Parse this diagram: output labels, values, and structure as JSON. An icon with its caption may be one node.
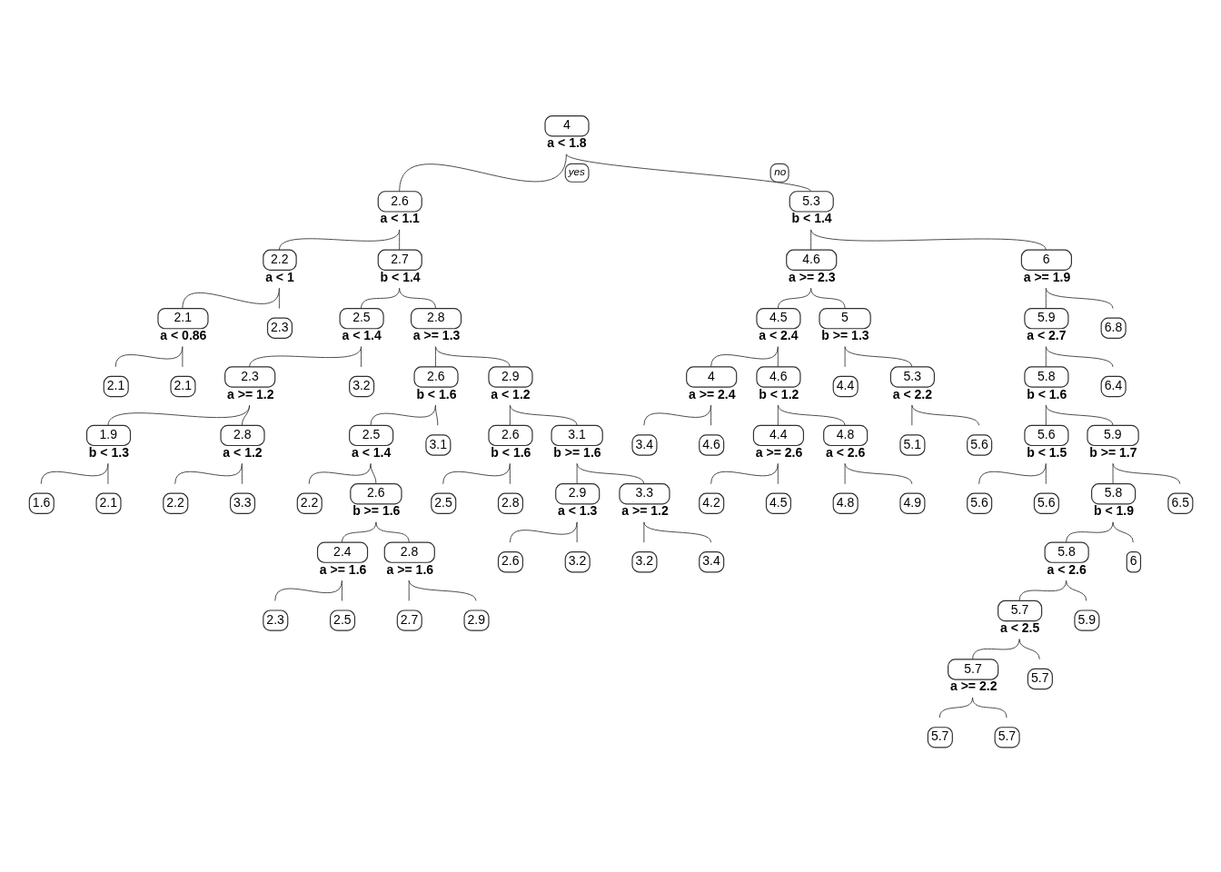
{
  "diagram": {
    "nodes": [
      {
        "text": [
          "4"
        ],
        "beside": [
          "a < 1.8"
        ]
      },
      {
        "text": [
          "2.6"
        ],
        "beside": [
          "a < 1.1"
        ]
      },
      {
        "text": [
          "5.3"
        ],
        "beside": [
          "b < 1.4"
        ]
      },
      {
        "text": [
          "2.2"
        ],
        "beside": [
          "a < 1"
        ]
      },
      {
        "text": [
          "2.7"
        ],
        "beside": [
          "b < 1.4"
        ]
      },
      {
        "text": [
          "4.6"
        ],
        "beside": [
          "a >= 2.3"
        ]
      },
      {
        "text": [
          "6"
        ],
        "beside": [
          "a >= 1.9"
        ]
      },
      {
        "text": [
          "2.1"
        ],
        "beside": [
          "a < 0.86"
        ]
      },
      {
        "text": [
          "2.5"
        ],
        "beside": [
          "a < 1.4"
        ]
      },
      {
        "text": [
          "2.8"
        ],
        "beside": [
          "a >= 1.3"
        ]
      },
      {
        "text": [
          "4.5"
        ],
        "beside": [
          "a < 2.4"
        ]
      },
      {
        "text": [
          "5"
        ],
        "beside": [
          "b >= 1.3"
        ]
      },
      {
        "text": [
          "5.9"
        ],
        "beside": [
          "a < 2.7"
        ]
      },
      {
        "text": [
          "2.3"
        ],
        "beside": [
          "a >= 1.2"
        ]
      },
      {
        "text": [
          "2.6"
        ],
        "beside": [
          "b < 1.6"
        ]
      },
      {
        "text": [
          "2.9"
        ],
        "beside": [
          "a < 1.2"
        ]
      },
      {
        "text": [
          "4"
        ],
        "beside": [
          "a >= 2.4"
        ]
      },
      {
        "text": [
          "4.6"
        ],
        "beside": [
          "b < 1.2"
        ]
      },
      {
        "text": [
          "5.3"
        ],
        "beside": [
          "a < 2.2"
        ]
      },
      {
        "text": [
          "5.8"
        ],
        "beside": [
          "b < 1.6"
        ]
      },
      {
        "text": [
          "1.9"
        ],
        "beside": [
          "b < 1.3"
        ]
      },
      {
        "text": [
          "2.8"
        ],
        "beside": [
          "a < 1.2"
        ]
      },
      {
        "text": [
          "2.5"
        ],
        "beside": [
          "a < 1.4"
        ]
      },
      {
        "text": [
          "2.6"
        ],
        "beside": [
          "b < 1.6"
        ]
      },
      {
        "text": [
          "3.1"
        ],
        "beside": [
          "b >= 1.6"
        ]
      },
      {
        "text": [
          "4.4"
        ],
        "beside": [
          "a >= 2.6"
        ]
      },
      {
        "text": [
          "4.8"
        ],
        "beside": [
          "a < 2.6"
        ]
      },
      {
        "text": [
          "5.6"
        ],
        "beside": [
          "b < 1.5"
        ]
      },
      {
        "text": [
          "5.9"
        ],
        "beside": [
          "b >= 1.7"
        ]
      },
      {
        "text": [
          "2.6"
        ],
        "beside": [
          "b >= 1.6"
        ]
      },
      {
        "text": [
          "2.9"
        ],
        "beside": [
          "a < 1.3"
        ]
      },
      {
        "text": [
          "3.3"
        ],
        "beside": [
          "a >= 1.2"
        ]
      },
      {
        "text": [
          "5.8"
        ],
        "beside": [
          "b < 1.9"
        ]
      },
      {
        "text": [
          "2.4"
        ],
        "beside": [
          "a >= 1.6"
        ]
      },
      {
        "text": [
          "2.8"
        ],
        "beside": [
          "a >= 1.6"
        ]
      },
      {
        "text": [
          "5.8"
        ],
        "beside": [
          "a < 2.6"
        ]
      },
      {
        "text": [
          "5.7"
        ],
        "beside": [
          "a < 2.5"
        ]
      },
      {
        "text": [
          "5.7"
        ],
        "beside": [
          "a >= 2.2"
        ]
      },
      {
        "text": [
          "2.1"
        ]
      },
      {
        "text": [
          "2.1"
        ]
      },
      {
        "text": [
          "2.3"
        ]
      },
      {
        "text": [
          "1.6"
        ]
      },
      {
        "text": [
          "2.1"
        ]
      },
      {
        "text": [
          "2.2"
        ]
      },
      {
        "text": [
          "3.3"
        ]
      },
      {
        "text": [
          "3.2"
        ]
      },
      {
        "text": [
          "2.2"
        ]
      },
      {
        "text": [
          "2.3"
        ]
      },
      {
        "text": [
          "2.5"
        ]
      },
      {
        "text": [
          "2.7"
        ]
      },
      {
        "text": [
          "2.9"
        ]
      },
      {
        "text": [
          "3.1"
        ]
      },
      {
        "text": [
          "2.5"
        ]
      },
      {
        "text": [
          "2.8"
        ]
      },
      {
        "text": [
          "2.6"
        ]
      },
      {
        "text": [
          "3.2"
        ]
      },
      {
        "text": [
          "3.2"
        ]
      },
      {
        "text": [
          "3.4"
        ]
      },
      {
        "text": [
          "3.4"
        ]
      },
      {
        "text": [
          "4.6"
        ]
      },
      {
        "text": [
          "4.2"
        ]
      },
      {
        "text": [
          "4.5"
        ]
      },
      {
        "text": [
          "4.8"
        ]
      },
      {
        "text": [
          "4.9"
        ]
      },
      {
        "text": [
          "4.4"
        ]
      },
      {
        "text": [
          "5.1"
        ]
      },
      {
        "text": [
          "5.6"
        ]
      },
      {
        "text": [
          "5.6"
        ]
      },
      {
        "text": [
          "5.6"
        ]
      },
      {
        "text": [
          "5.7"
        ]
      },
      {
        "text": [
          "5.7"
        ]
      },
      {
        "text": [
          "5.7"
        ]
      },
      {
        "text": [
          "5.9"
        ]
      },
      {
        "text": [
          "6"
        ]
      },
      {
        "text": [
          "6.5"
        ]
      },
      {
        "text": [
          "6.4"
        ]
      },
      {
        "text": [
          "6.8"
        ]
      }
    ],
    "edges": [
      {
        "from": 0,
        "to": 1,
        "arrow": "none",
        "label": "yes"
      },
      {
        "from": 0,
        "to": 2,
        "arrow": "none",
        "label": "no"
      },
      {
        "from": 1,
        "to": 3,
        "arrow": "none"
      },
      {
        "from": 1,
        "to": 4,
        "arrow": "none"
      },
      {
        "from": 2,
        "to": 5,
        "arrow": "none"
      },
      {
        "from": 2,
        "to": 6,
        "arrow": "none"
      },
      {
        "from": 3,
        "to": 7,
        "arrow": "none"
      },
      {
        "from": 3,
        "to": 40,
        "arrow": "none"
      },
      {
        "from": 4,
        "to": 8,
        "arrow": "none"
      },
      {
        "from": 4,
        "to": 9,
        "arrow": "none"
      },
      {
        "from": 5,
        "to": 10,
        "arrow": "none"
      },
      {
        "from": 5,
        "to": 11,
        "arrow": "none"
      },
      {
        "from": 6,
        "to": 12,
        "arrow": "none"
      },
      {
        "from": 6,
        "to": 76,
        "arrow": "none"
      },
      {
        "from": 7,
        "to": 38,
        "arrow": "none"
      },
      {
        "from": 7,
        "to": 39,
        "arrow": "none"
      },
      {
        "from": 8,
        "to": 13,
        "arrow": "none"
      },
      {
        "from": 8,
        "to": 45,
        "arrow": "none"
      },
      {
        "from": 9,
        "to": 14,
        "arrow": "none"
      },
      {
        "from": 9,
        "to": 15,
        "arrow": "none"
      },
      {
        "from": 10,
        "to": 16,
        "arrow": "none"
      },
      {
        "from": 10,
        "to": 17,
        "arrow": "none"
      },
      {
        "from": 11,
        "to": 64,
        "arrow": "none"
      },
      {
        "from": 11,
        "to": 18,
        "arrow": "none"
      },
      {
        "from": 12,
        "to": 19,
        "arrow": "none"
      },
      {
        "from": 12,
        "to": 75,
        "arrow": "none"
      },
      {
        "from": 13,
        "to": 20,
        "arrow": "none"
      },
      {
        "from": 13,
        "to": 21,
        "arrow": "none"
      },
      {
        "from": 14,
        "to": 22,
        "arrow": "none"
      },
      {
        "from": 14,
        "to": 51,
        "arrow": "none"
      },
      {
        "from": 15,
        "to": 23,
        "arrow": "none"
      },
      {
        "from": 15,
        "to": 24,
        "arrow": "none"
      },
      {
        "from": 16,
        "to": 58,
        "arrow": "none"
      },
      {
        "from": 16,
        "to": 59,
        "arrow": "none"
      },
      {
        "from": 17,
        "to": 25,
        "arrow": "none"
      },
      {
        "from": 17,
        "to": 26,
        "arrow": "none"
      },
      {
        "from": 18,
        "to": 65,
        "arrow": "none"
      },
      {
        "from": 18,
        "to": 66,
        "arrow": "none"
      },
      {
        "from": 19,
        "to": 27,
        "arrow": "none"
      },
      {
        "from": 19,
        "to": 28,
        "arrow": "none"
      },
      {
        "from": 20,
        "to": 41,
        "arrow": "none"
      },
      {
        "from": 20,
        "to": 42,
        "arrow": "none"
      },
      {
        "from": 21,
        "to": 43,
        "arrow": "none"
      },
      {
        "from": 21,
        "to": 44,
        "arrow": "none"
      },
      {
        "from": 22,
        "to": 46,
        "arrow": "none"
      },
      {
        "from": 22,
        "to": 29,
        "arrow": "none"
      },
      {
        "from": 23,
        "to": 52,
        "arrow": "none"
      },
      {
        "from": 23,
        "to": 53,
        "arrow": "none"
      },
      {
        "from": 24,
        "to": 30,
        "arrow": "none"
      },
      {
        "from": 24,
        "to": 31,
        "arrow": "none"
      },
      {
        "from": 25,
        "to": 60,
        "arrow": "none"
      },
      {
        "from": 25,
        "to": 61,
        "arrow": "none"
      },
      {
        "from": 26,
        "to": 62,
        "arrow": "none"
      },
      {
        "from": 26,
        "to": 63,
        "arrow": "none"
      },
      {
        "from": 27,
        "to": 67,
        "arrow": "none"
      },
      {
        "from": 27,
        "to": 68,
        "arrow": "none"
      },
      {
        "from": 28,
        "to": 32,
        "arrow": "none"
      },
      {
        "from": 28,
        "to": 74,
        "arrow": "none"
      },
      {
        "from": 29,
        "to": 33,
        "arrow": "none"
      },
      {
        "from": 29,
        "to": 34,
        "arrow": "none"
      },
      {
        "from": 30,
        "to": 54,
        "arrow": "none"
      },
      {
        "from": 30,
        "to": 55,
        "arrow": "none"
      },
      {
        "from": 31,
        "to": 56,
        "arrow": "none"
      },
      {
        "from": 31,
        "to": 57,
        "arrow": "none"
      },
      {
        "from": 32,
        "to": 35,
        "arrow": "none"
      },
      {
        "from": 32,
        "to": 73,
        "arrow": "none"
      },
      {
        "from": 33,
        "to": 47,
        "arrow": "none"
      },
      {
        "from": 33,
        "to": 48,
        "arrow": "none"
      },
      {
        "from": 34,
        "to": 49,
        "arrow": "none"
      },
      {
        "from": 34,
        "to": 50,
        "arrow": "none"
      },
      {
        "from": 35,
        "to": 36,
        "arrow": "none"
      },
      {
        "from": 35,
        "to": 72,
        "arrow": "none"
      },
      {
        "from": 36,
        "to": 37,
        "arrow": "none"
      },
      {
        "from": 36,
        "to": 71,
        "arrow": "none"
      },
      {
        "from": 37,
        "to": 69,
        "arrow": "none"
      },
      {
        "from": 37,
        "to": 70,
        "arrow": "none"
      }
    ]
  }
}
